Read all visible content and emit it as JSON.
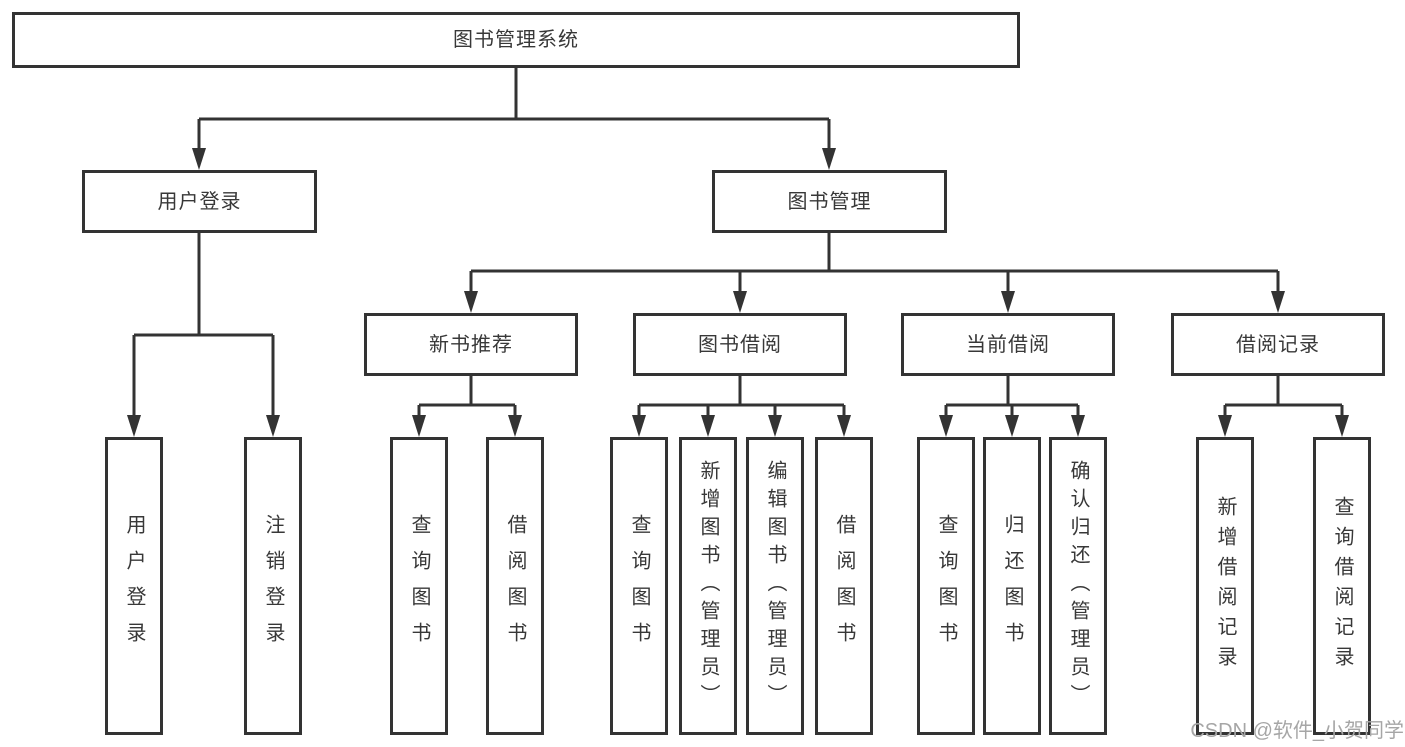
{
  "diagram": {
    "root": {
      "label": "图书管理系统"
    },
    "level2": [
      {
        "label": "用户登录"
      },
      {
        "label": "图书管理"
      }
    ],
    "level3": [
      {
        "label": "新书推荐"
      },
      {
        "label": "图书借阅"
      },
      {
        "label": "当前借阅"
      },
      {
        "label": "借阅记录"
      }
    ],
    "leaves": [
      {
        "label": "用户登录"
      },
      {
        "label": "注销登录"
      },
      {
        "label": "查询图书"
      },
      {
        "label": "借阅图书"
      },
      {
        "label": "查询图书"
      },
      {
        "label": "新增图书（管理员）"
      },
      {
        "label": "编辑图书（管理员）"
      },
      {
        "label": "借阅图书"
      },
      {
        "label": "查询图书"
      },
      {
        "label": "归还图书"
      },
      {
        "label": "确认归还（管理员）"
      },
      {
        "label": "新增借阅记录"
      },
      {
        "label": "查询借阅记录"
      }
    ],
    "watermark": "CSDN @软件_小贺同学",
    "colors": {
      "line": "#333333",
      "text": "#383838",
      "background": "#ffffff",
      "watermark": "#a6a6a6"
    }
  }
}
